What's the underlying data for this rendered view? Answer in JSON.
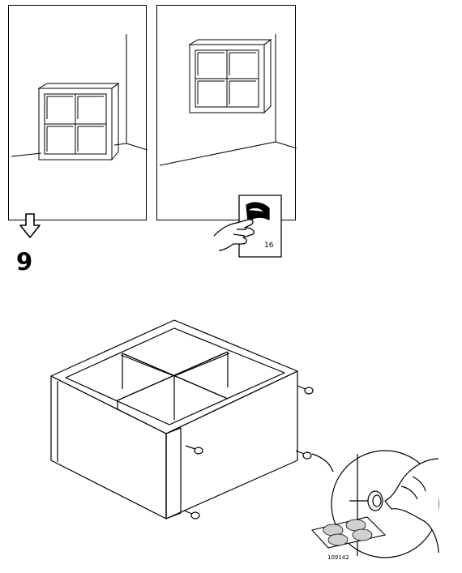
{
  "step": {
    "number": "9"
  },
  "reference": {
    "page": "16",
    "icon": "page-turn-hand-icon"
  },
  "navigation": {
    "icon": "arrow-down-icon"
  },
  "footer": {
    "article_number": "109142"
  },
  "icons": {
    "floor_scene": "shelf-on-floor-icon",
    "wall_scene": "shelf-on-wall-icon",
    "felt_pads": "felt-pads-icon",
    "hand": "hand-icon"
  }
}
